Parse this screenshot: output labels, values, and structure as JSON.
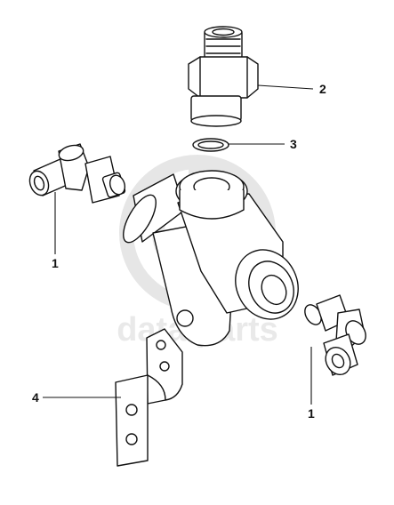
{
  "watermark": {
    "text": "data parts",
    "color": "#d0d0d0"
  },
  "callouts": [
    {
      "id": "2",
      "label": "2"
    },
    {
      "id": "3",
      "label": "3"
    },
    {
      "id": "1a",
      "label": "1"
    },
    {
      "id": "4",
      "label": "4"
    },
    {
      "id": "1b",
      "label": "1"
    }
  ]
}
